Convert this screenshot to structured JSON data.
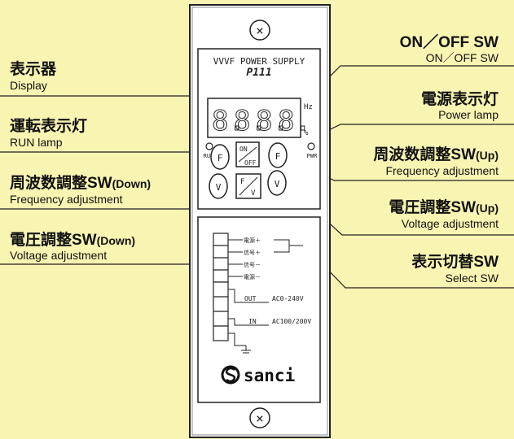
{
  "panel": {
    "title": "VVVF POWER SUPPLY",
    "model": "P111",
    "display_digits": [
      "8.",
      "8.",
      "8.",
      "8."
    ],
    "unit_hz": "Hz",
    "unit_pct": "%",
    "led_run": "RUN",
    "led_pwr": "PWR",
    "btn_onoff_top": "ON",
    "btn_onoff_bottom": "OFF",
    "btn_f": "F",
    "btn_v": "V",
    "btn_select_top": "F",
    "btn_select_bottom": "V",
    "terminals": [
      "電源＋",
      "信号＋",
      "信号－",
      "電源－"
    ],
    "out_label": "OUT",
    "out_range": "AC0-240V",
    "in_label": "IN",
    "in_range": "AC100/200V",
    "brand": "sanci",
    "screw_icon": "×"
  },
  "callouts": {
    "display": {
      "jp": "表示器",
      "en": "Display"
    },
    "run_lamp": {
      "jp": "運転表示灯",
      "en": "RUN lamp"
    },
    "freq_down": {
      "jp": "周波数調整SW",
      "jp_suffix": "(Down)",
      "en": "Frequency adjustment"
    },
    "volt_down": {
      "jp": "電圧調整SW",
      "jp_suffix": "(Down)",
      "en": "Voltage adjustment"
    },
    "onoff": {
      "jp": "ON／OFF SW",
      "en": "ON／OFF SW"
    },
    "power_lamp": {
      "jp": "電源表示灯",
      "en": "Power lamp"
    },
    "freq_up": {
      "jp": "周波数調整SW",
      "jp_suffix": "(Up)",
      "en": "Frequency adjustment"
    },
    "volt_up": {
      "jp": "電圧調整SW",
      "jp_suffix": "(Up)",
      "en": "Voltage adjustment"
    },
    "select": {
      "jp": "表示切替SW",
      "en": "Select SW"
    }
  }
}
